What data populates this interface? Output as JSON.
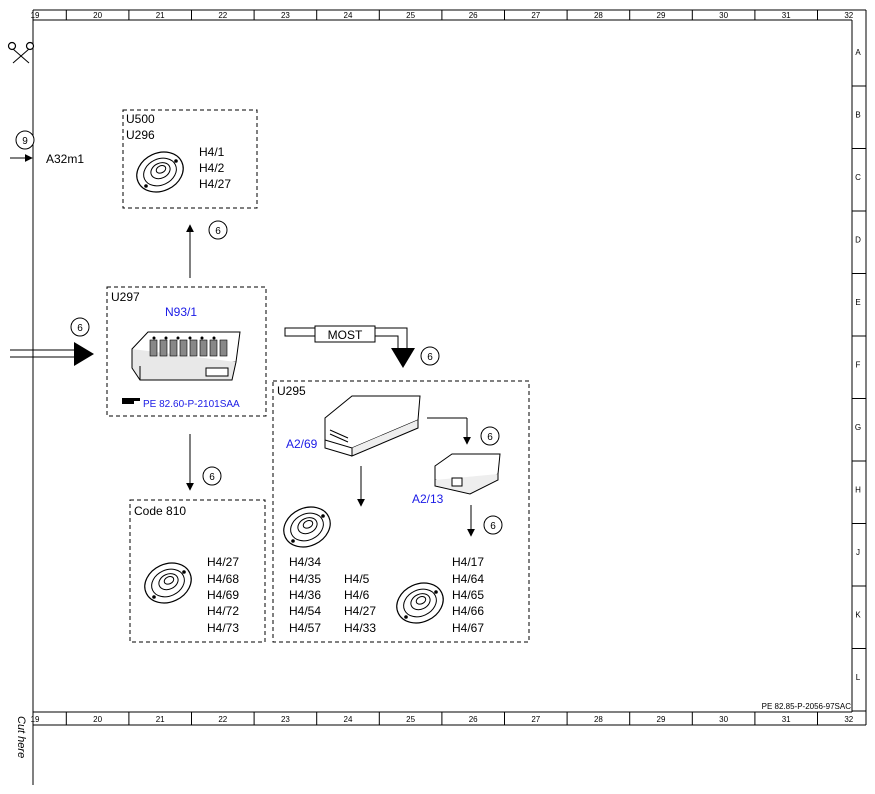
{
  "frame": {
    "col_labels": [
      "19",
      "20",
      "21",
      "22",
      "23",
      "24",
      "25",
      "26",
      "27",
      "28",
      "29",
      "30",
      "31",
      "32"
    ],
    "row_labels": [
      "A",
      "B",
      "C",
      "D",
      "E",
      "F",
      "G",
      "H",
      "J",
      "K",
      "L"
    ],
    "footer_ref": "PE 82.85-P-2056-97SAC",
    "cut_here": "Cut here"
  },
  "incoming": {
    "connector_number": "9",
    "label": "A32m1",
    "input_number": "6"
  },
  "box_u500": {
    "title1": "U500",
    "title2": "U296",
    "speakers": [
      "H4/1",
      "H4/2",
      "H4/27"
    ],
    "arrow_number": "6"
  },
  "box_u297": {
    "title": "U297",
    "component": "N93/1",
    "ref": "PE 82.60-P-2101SAA",
    "down_arrow_number": "6"
  },
  "most": {
    "label": "MOST",
    "arrow_number": "6"
  },
  "box_u295": {
    "title": "U295",
    "amp_label": "A2/69",
    "module_label": "A2/13",
    "arrow_number_1": "6",
    "arrow_number_2": "6",
    "col1": [
      "H4/34",
      "H4/35",
      "H4/36",
      "H4/54",
      "H4/57"
    ],
    "col2": [
      "H4/5",
      "H4/6",
      "H4/27",
      "H4/33"
    ],
    "col3": [
      "H4/17",
      "H4/64",
      "H4/65",
      "H4/66",
      "H4/67"
    ]
  },
  "box_code810": {
    "title": "Code 810",
    "speakers": [
      "H4/27",
      "H4/68",
      "H4/69",
      "H4/72",
      "H4/73"
    ]
  }
}
